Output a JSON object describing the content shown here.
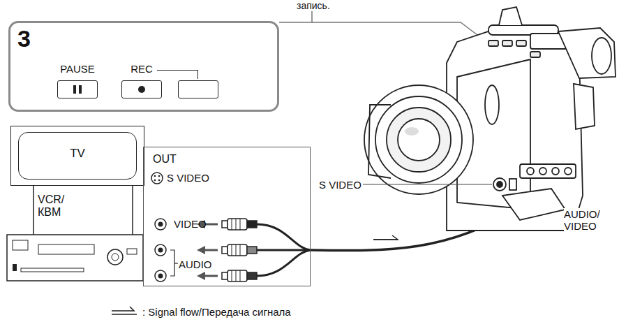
{
  "diagram": {
    "nodes": [
      {
        "text": [
          "3"
        ]
      },
      {
        "text": [
          "PAUSE"
        ],
        "in": 0
      },
      {
        "text": [
          "REC"
        ],
        "in": 0
      },
      {
        "text": [
          "TV"
        ]
      },
      {
        "text": [
          "OUT",
          "S VIDEO",
          "VIDEO",
          "AUDIO"
        ]
      }
    ],
    "edges": [],
    "labels": [
      "запись.",
      "VCR/ КВМ",
      "S VIDEO",
      "AUDIO/ VIDEO"
    ],
    "legend": [
      {
        "text": ": Signal flow/Передача сигнала"
      }
    ]
  }
}
